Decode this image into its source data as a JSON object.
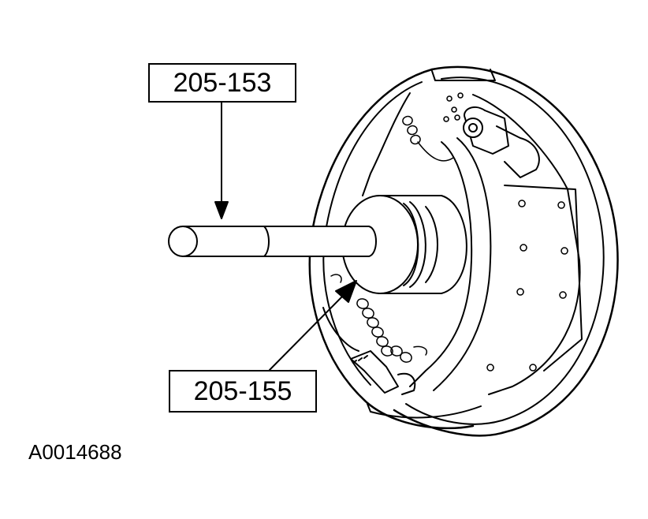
{
  "callouts": {
    "tool_upper": "205-153",
    "tool_lower": "205-155"
  },
  "figure_id": "A0014688",
  "colors": {
    "line": "#000000",
    "background": "#ffffff"
  }
}
